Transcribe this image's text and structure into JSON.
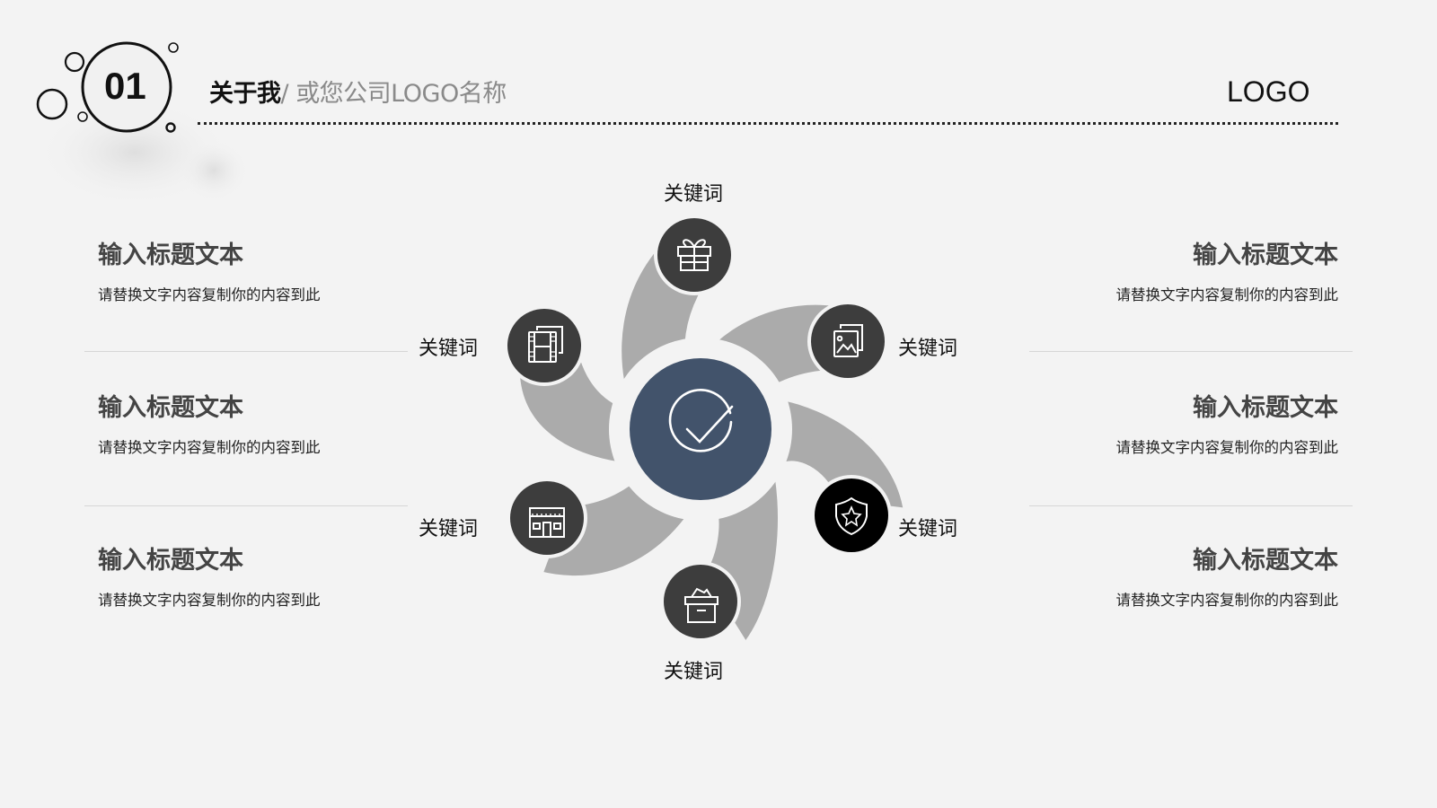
{
  "header": {
    "number": "01",
    "title_main": "关于我",
    "title_sep": "/ ",
    "title_sub": "或您公司LOGO名称",
    "logo": "LOGO"
  },
  "left_items": [
    {
      "title": "输入标题文本",
      "desc": "请替换文字内容复制你的内容到此"
    },
    {
      "title": "输入标题文本",
      "desc": "请替换文字内容复制你的内容到此"
    },
    {
      "title": "输入标题文本",
      "desc": "请替换文字内容复制你的内容到此"
    }
  ],
  "right_items": [
    {
      "title": "输入标题文本",
      "desc": "请替换文字内容复制你的内容到此"
    },
    {
      "title": "输入标题文本",
      "desc": "请替换文字内容复制你的内容到此"
    },
    {
      "title": "输入标题文本",
      "desc": "请替换文字内容复制你的内容到此"
    }
  ],
  "diagram": {
    "center_icon": "check-circle-icon",
    "keywords": [
      {
        "label": "关键词",
        "icon": "gift-icon",
        "position": "top"
      },
      {
        "label": "关键词",
        "icon": "image-gallery-icon",
        "position": "right-top"
      },
      {
        "label": "关键词",
        "icon": "shield-star-icon",
        "position": "right-bottom"
      },
      {
        "label": "关键词",
        "icon": "archive-box-icon",
        "position": "bottom"
      },
      {
        "label": "关键词",
        "icon": "store-icon",
        "position": "left-bottom"
      },
      {
        "label": "关键词",
        "icon": "film-icon",
        "position": "left-top"
      }
    ]
  },
  "colors": {
    "background": "#f3f3f3",
    "hub": "#42536b",
    "petal": "#ababab",
    "icon_circle": "#3d3d3d",
    "icon_circle_accent": "#000000",
    "title_text": "#444444"
  }
}
